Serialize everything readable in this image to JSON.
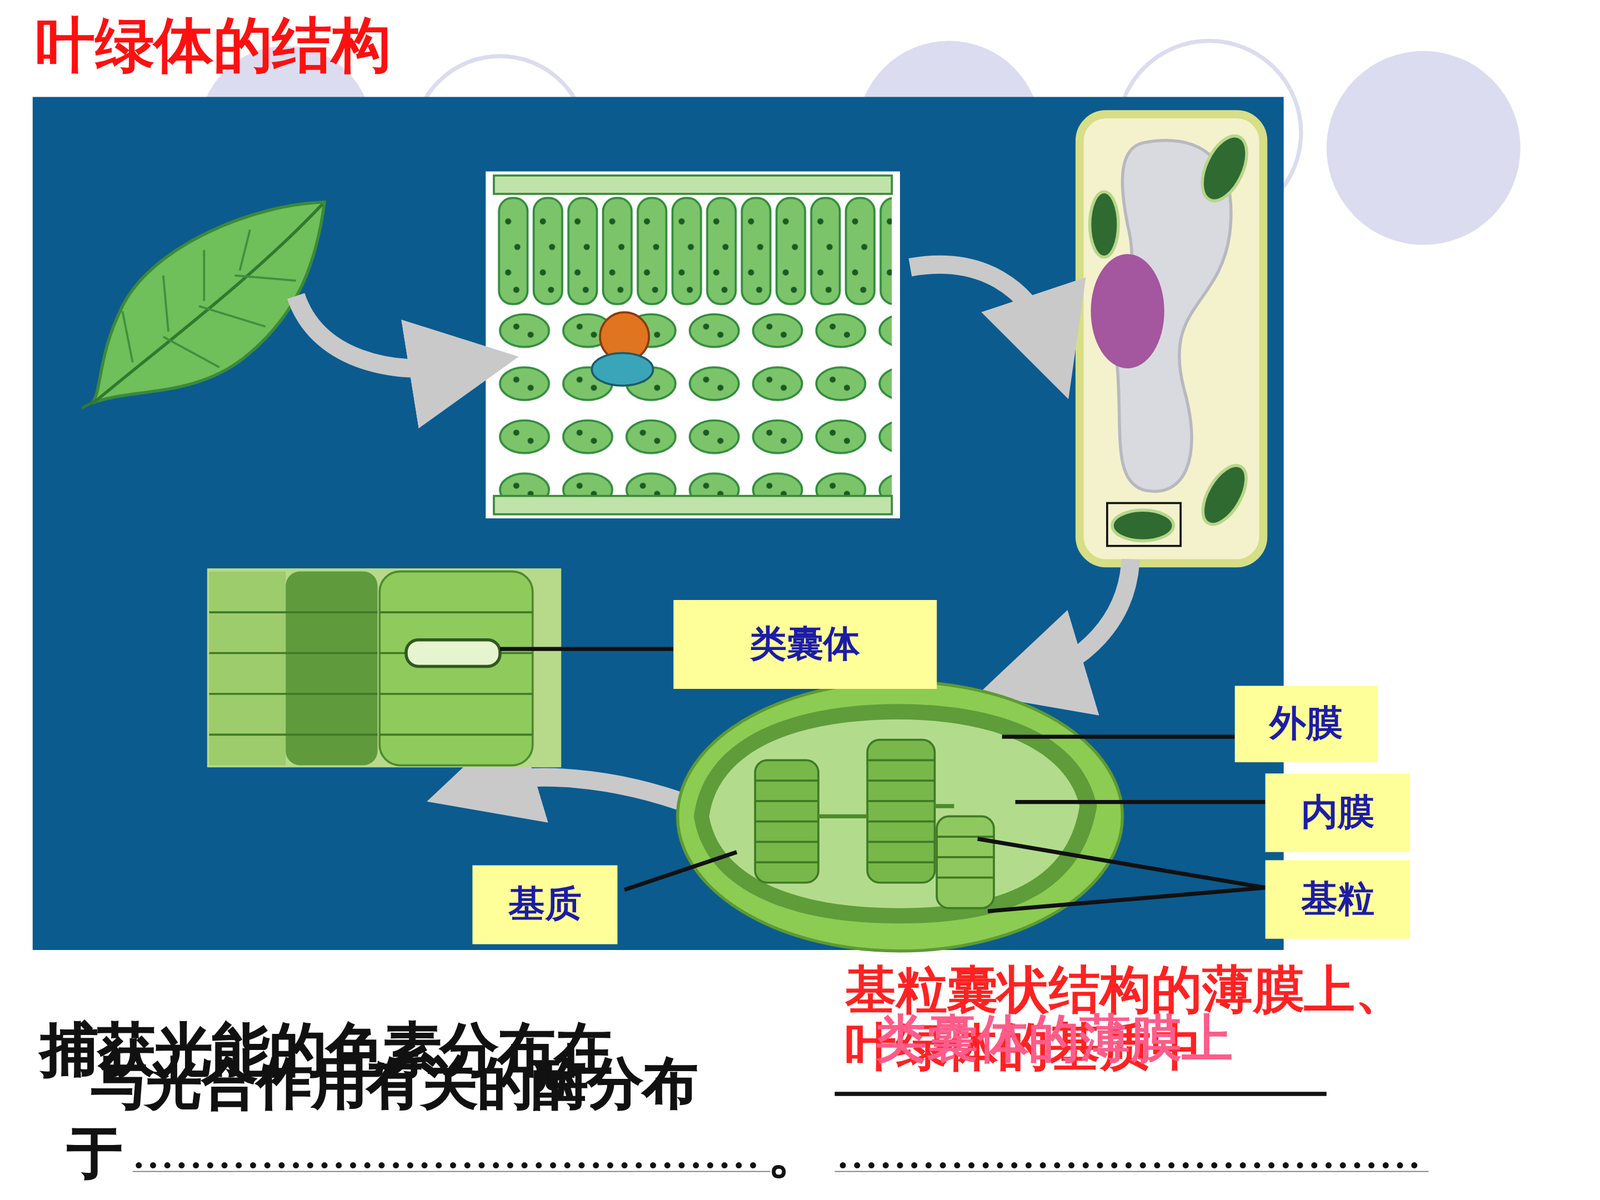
{
  "diagram": {
    "title": "叶绿体的结构",
    "nodes": [
      {
        "text": [
          "类囊体"
        ]
      },
      {
        "text": [
          "外膜"
        ]
      },
      {
        "text": [
          "内膜"
        ]
      },
      {
        "text": [
          "基质"
        ]
      },
      {
        "text": [
          "基粒"
        ]
      }
    ],
    "labels": [
      "基粒囊状结构的薄膜上、 叶绿体的基质中",
      "捕获光能的色素分布在",
      "类囊体的薄膜上",
      "与光合作用有关的酶分布",
      "于",
      "。"
    ]
  }
}
